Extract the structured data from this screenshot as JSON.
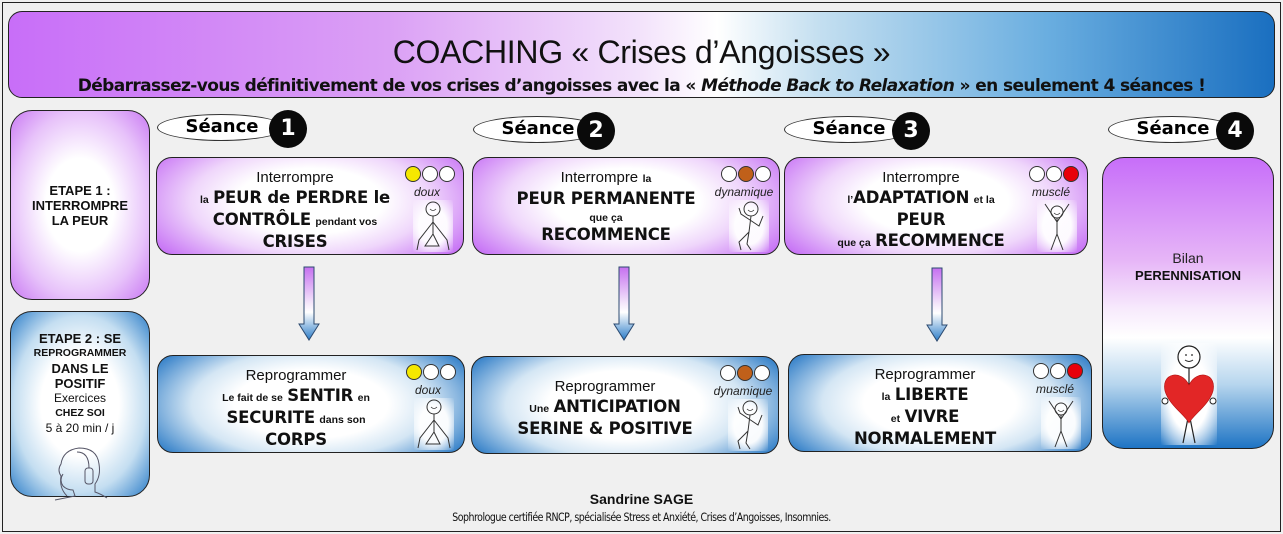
{
  "header": {
    "title": "COACHING « Crises d’Angoisses »",
    "subtitle_before": "Débarrassez-vous définitivement de vos crises d’angoisses avec la « ",
    "subtitle_method": "Méthode Back to Relaxation",
    "subtitle_after": " » en seulement 4 séances !"
  },
  "etapes": [
    {
      "lines": [
        "ETAPE 1 :",
        "INTERROMPRE",
        "LA PEUR"
      ]
    },
    {
      "line1": "ETAPE 2 : SE",
      "line2": "REPROGRAMMER",
      "line3": "DANS LE",
      "line4": "POSITIF",
      "line5": "Exercices",
      "line6": "CHEZ SOI",
      "line7": "5 à 20 min / j",
      "icon": "headphones-person-icon"
    }
  ],
  "seance_word": "Séance",
  "seances": [
    {
      "number": "1",
      "intensity": "doux",
      "lights": [
        "#f5e800",
        "#ffffff",
        "#ffffff"
      ],
      "interrompre": {
        "lead": "Interrompre",
        "parts": [
          "la",
          "PEUR de PERDRE le",
          "CONTRÔLE",
          "pendant vos",
          "CRISES"
        ]
      },
      "reprogrammer": {
        "lead": "Reprogrammer",
        "parts": [
          "Le fait de se",
          "SENTIR",
          "en",
          "SECURITE",
          "dans son",
          "CORPS"
        ]
      }
    },
    {
      "number": "2",
      "intensity": "dynamique",
      "lights": [
        "#ffffff",
        "#c0601a",
        "#ffffff"
      ],
      "interrompre": {
        "lead": "Interrompre",
        "parts": [
          "la",
          "PEUR PERMANENTE",
          "que ça",
          "RECOMMENCE"
        ]
      },
      "reprogrammer": {
        "lead": "Reprogrammer",
        "parts": [
          "Une",
          "ANTICIPATION",
          "SERINE & POSITIVE"
        ]
      }
    },
    {
      "number": "3",
      "intensity": "musclé",
      "lights": [
        "#ffffff",
        "#ffffff",
        "#e8000a"
      ],
      "interrompre": {
        "lead": "Interrompre",
        "parts": [
          "l’",
          "ADAPTATION",
          "et la",
          "PEUR",
          "que ça",
          "RECOMMENCE"
        ]
      },
      "reprogrammer": {
        "lead": "Reprogrammer",
        "parts": [
          "la",
          "LIBERTE",
          "et",
          "VIVRE",
          "NORMALEMENT"
        ]
      }
    },
    {
      "number": "4",
      "bilan": "Bilan",
      "perennisation": "PERENNISATION",
      "icon": "stickman-holding-heart-icon"
    }
  ],
  "footer": {
    "name": "Sandrine SAGE",
    "description": "Sophrologue certifiée RNCP, spécialisée Stress et Anxiété, Crises d’Angoisses, Insomnies."
  },
  "colors": {
    "purple": "#c86ef8",
    "blue": "#1a6fc0",
    "heart": "#e02424"
  }
}
